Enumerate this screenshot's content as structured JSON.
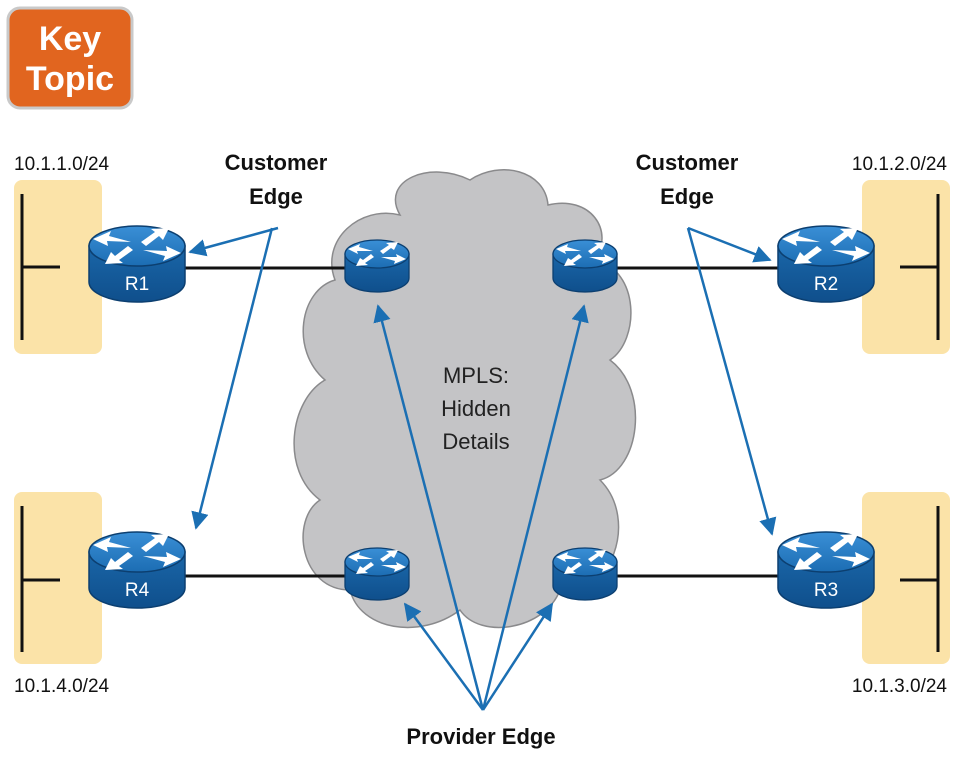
{
  "badge": {
    "line1": "Key",
    "line2": "Topic"
  },
  "cloud": {
    "line1": "MPLS:",
    "line2": "Hidden",
    "line3": "Details"
  },
  "subnets": {
    "tl": "10.1.1.0/24",
    "tr": "10.1.2.0/24",
    "bl": "10.1.4.0/24",
    "br": "10.1.3.0/24"
  },
  "routers": {
    "r1": "R1",
    "r2": "R2",
    "r3": "R3",
    "r4": "R4"
  },
  "callouts": {
    "customer_edge_left": {
      "line1": "Customer",
      "line2": "Edge"
    },
    "customer_edge_right": {
      "line1": "Customer",
      "line2": "Edge"
    },
    "provider_edge": "Provider Edge"
  },
  "colors": {
    "badge": "#e1651f",
    "lan": "#fbe3a8",
    "router": "#1b6fb3",
    "arrow": "#1b6fb3",
    "cloud": "#c4c4c6"
  }
}
